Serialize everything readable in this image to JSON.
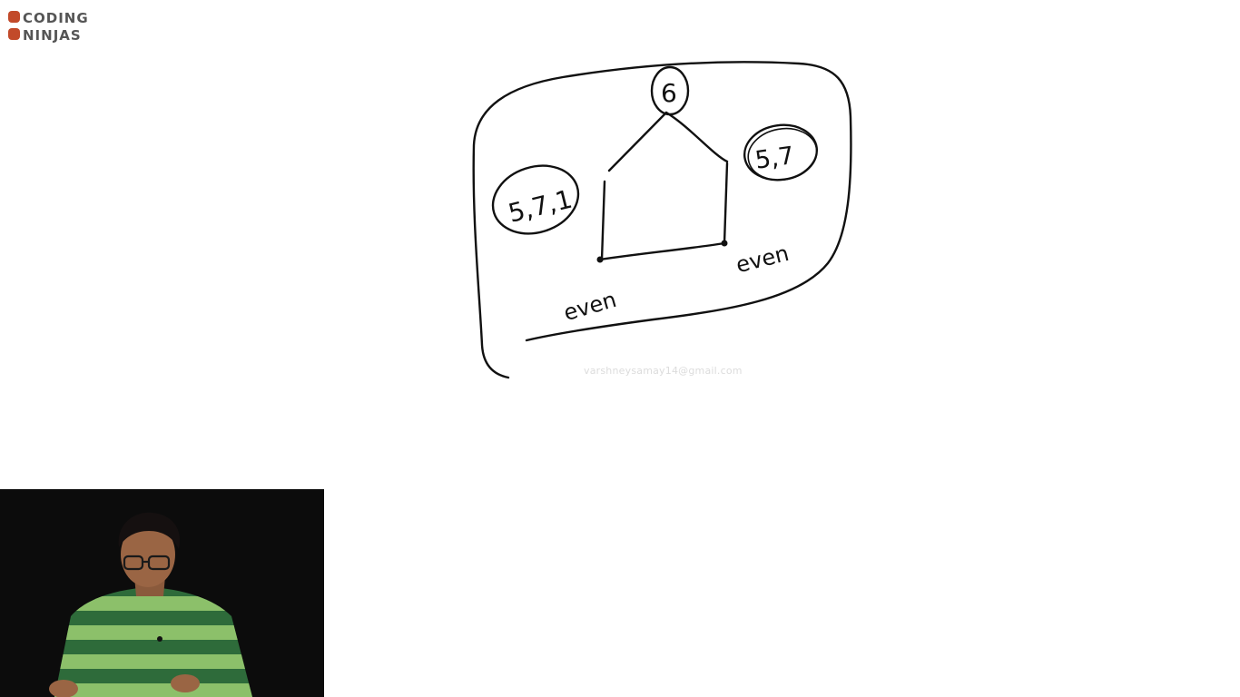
{
  "logo": {
    "line1": "CODING",
    "line2": "NINJAS",
    "brand_color": "#c24a2a",
    "text_color": "#555555"
  },
  "board": {
    "node_top_label": "6",
    "left_set_label": "5,7,1",
    "right_set_label": "5,7",
    "left_bottom_label": "even",
    "right_bottom_label": "even",
    "ink_color": "#111111"
  },
  "watermark": {
    "text": "varshneysamay14@gmail.com"
  },
  "webcam": {
    "background": "#0c0c0c",
    "shirt_colors": [
      "#2e6b3a",
      "#8cc06a"
    ]
  }
}
